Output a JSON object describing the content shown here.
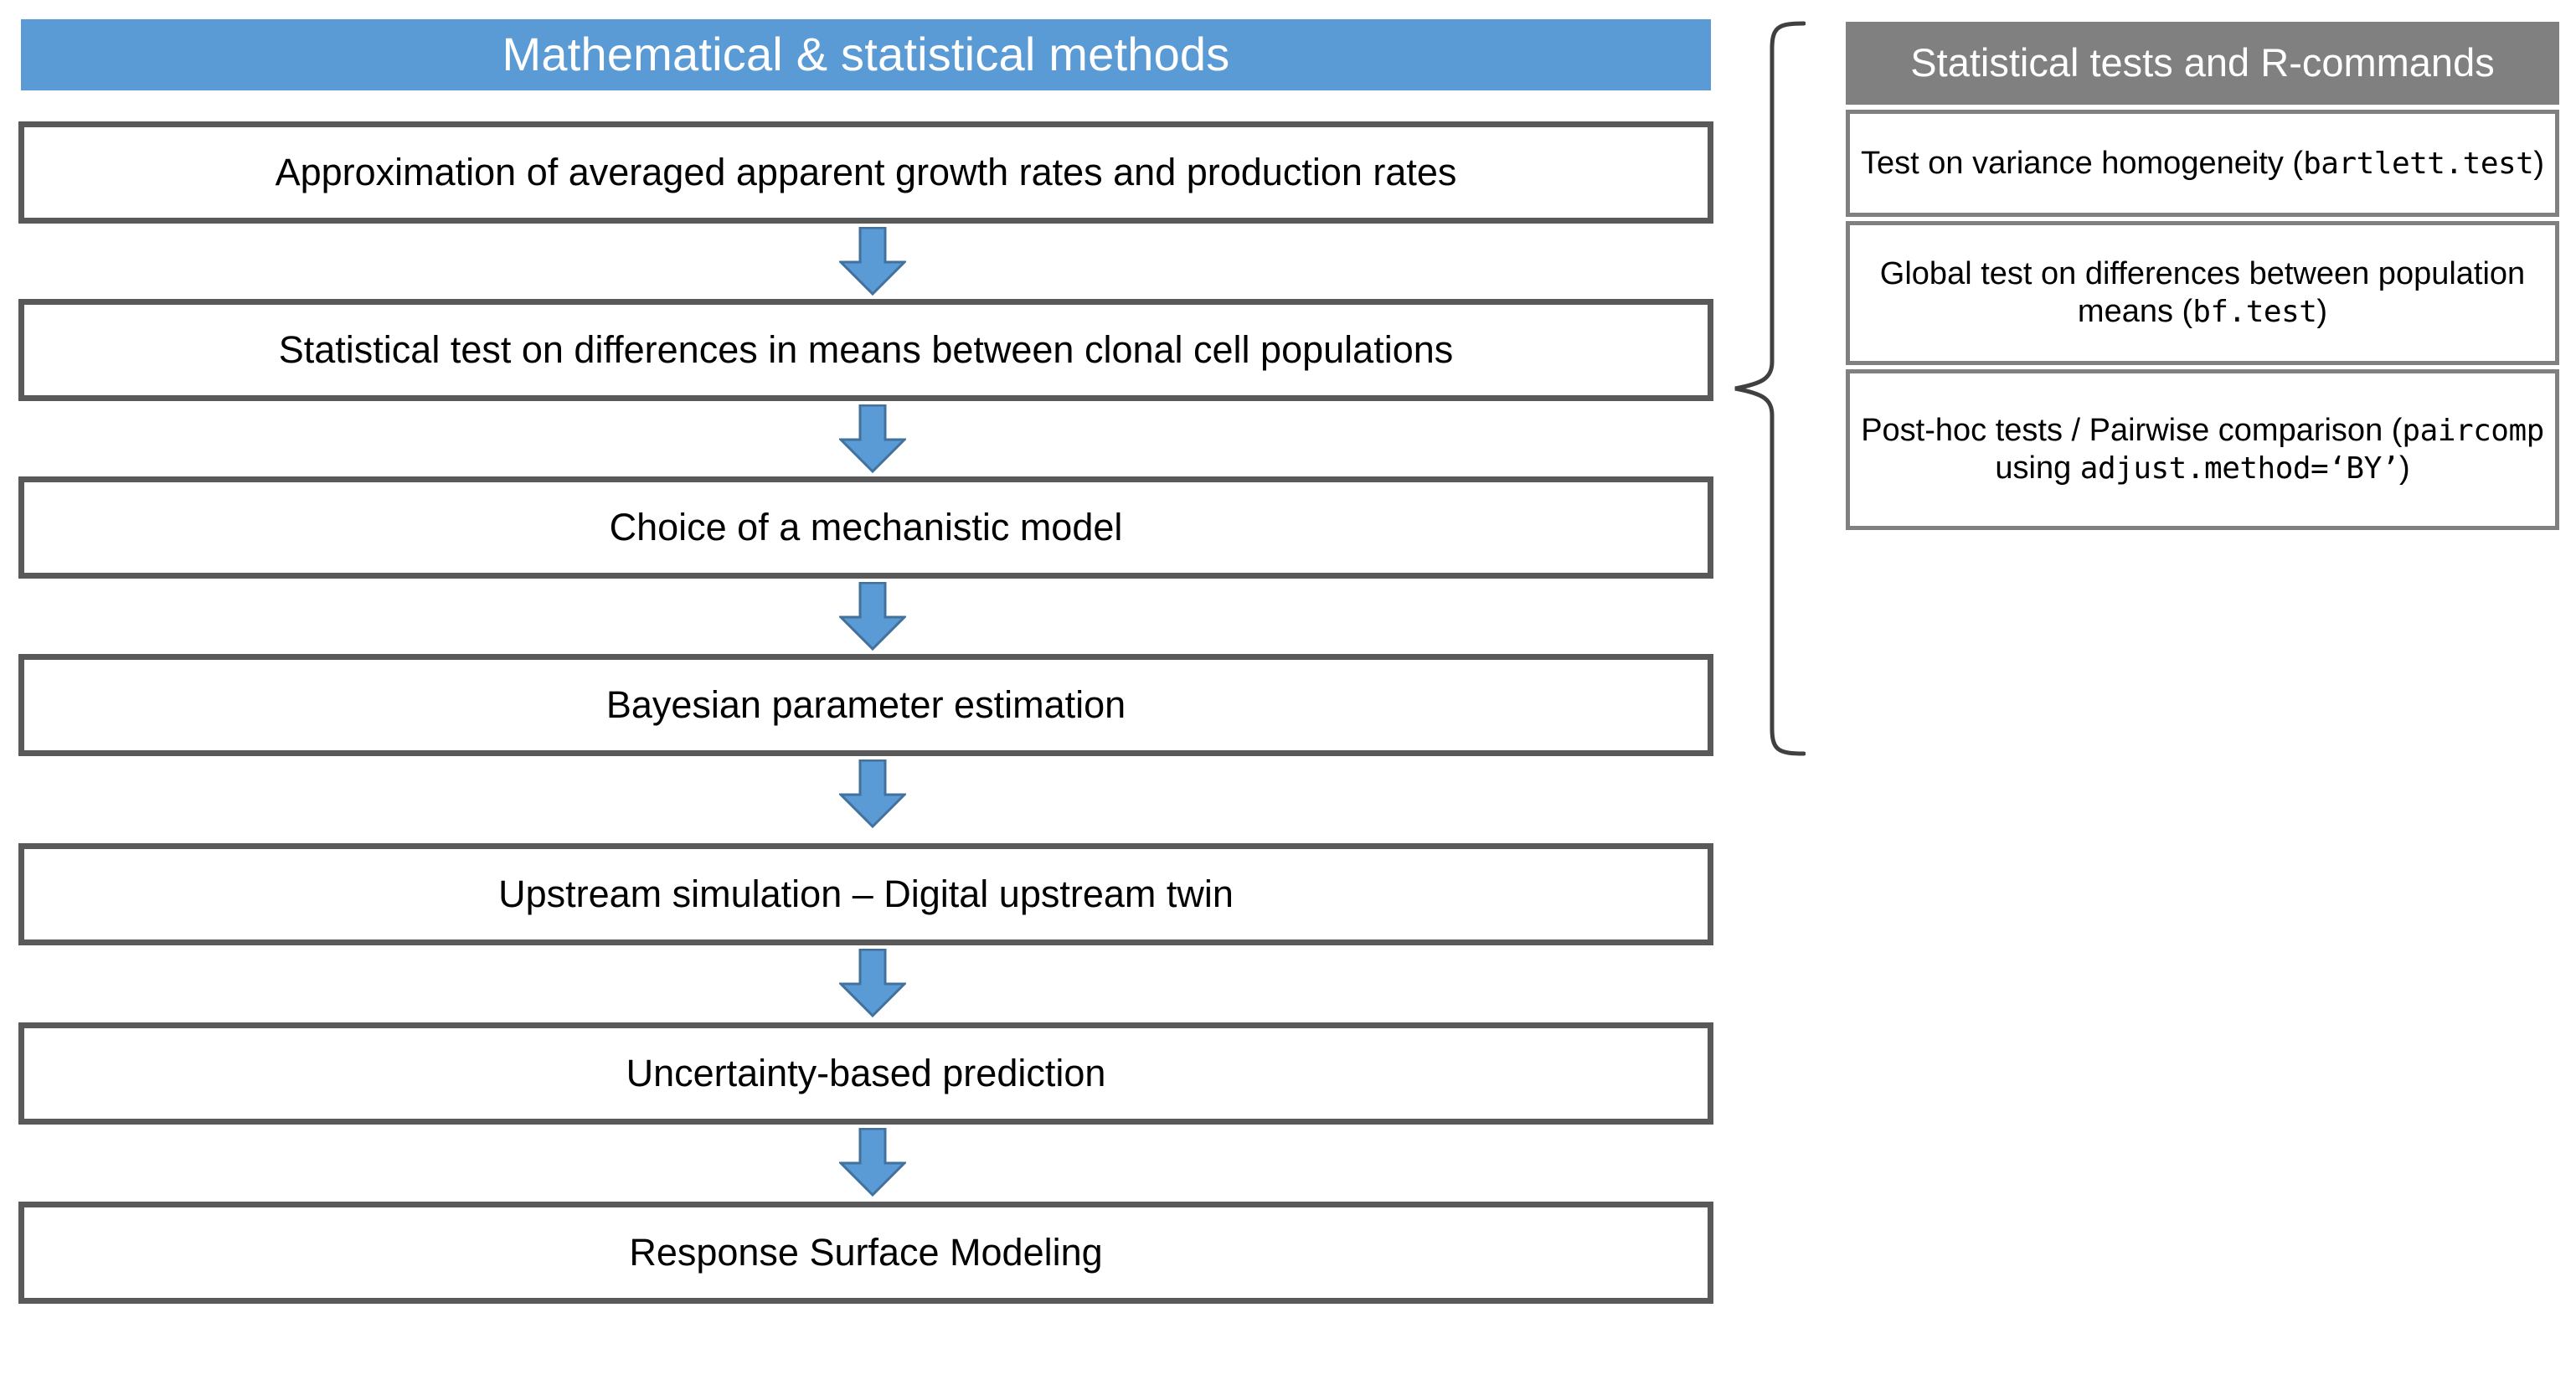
{
  "diagram": {
    "title": "Mathematical & statistical methods workflow with statistical tests and R-commands",
    "colors": {
      "header_blue": "#5B9BD5",
      "header_gray": "#808080",
      "box_border_dark": "#595959",
      "box_border_gray": "#808080",
      "arrow_fill": "#5B9BD5",
      "arrow_stroke": "#41719C",
      "brace_stroke": "#404040",
      "text_dark": "#000000",
      "text_light": "#FFFFFF",
      "background": "#FFFFFF"
    }
  },
  "left_column": {
    "header": {
      "label": "Mathematical & statistical methods"
    },
    "steps": [
      {
        "label": "Approximation of averaged apparent growth rates and production rates"
      },
      {
        "label": "Statistical test on differences in means between clonal cell populations"
      },
      {
        "label": "Choice of a mechanistic model"
      },
      {
        "label": "Bayesian parameter estimation"
      },
      {
        "label": "Upstream simulation – Digital upstream twin"
      },
      {
        "label": "Uncertainty-based prediction"
      },
      {
        "label": "Response Surface Modeling"
      }
    ],
    "connector_icon": "down-arrow-icon",
    "connector_count": 6
  },
  "right_column": {
    "header": {
      "label": "Statistical tests and R-commands"
    },
    "items": [
      {
        "text_before": "Test on variance homogeneity (",
        "command": "bartlett.test",
        "text_after": ")"
      },
      {
        "text_before": "Global test on differences between population means (",
        "command": "bf.test",
        "text_after": ")"
      },
      {
        "text_before": "Post-hoc tests / Pairwise comparison (",
        "command": "paircomp",
        "text_middle": " using ",
        "command2": "adjust.method=‘BY’",
        "text_after": ")"
      }
    ]
  },
  "brace": {
    "icon": "curly-brace-left-icon",
    "description": "Curly brace linking the statistical test step to the R-command list"
  }
}
